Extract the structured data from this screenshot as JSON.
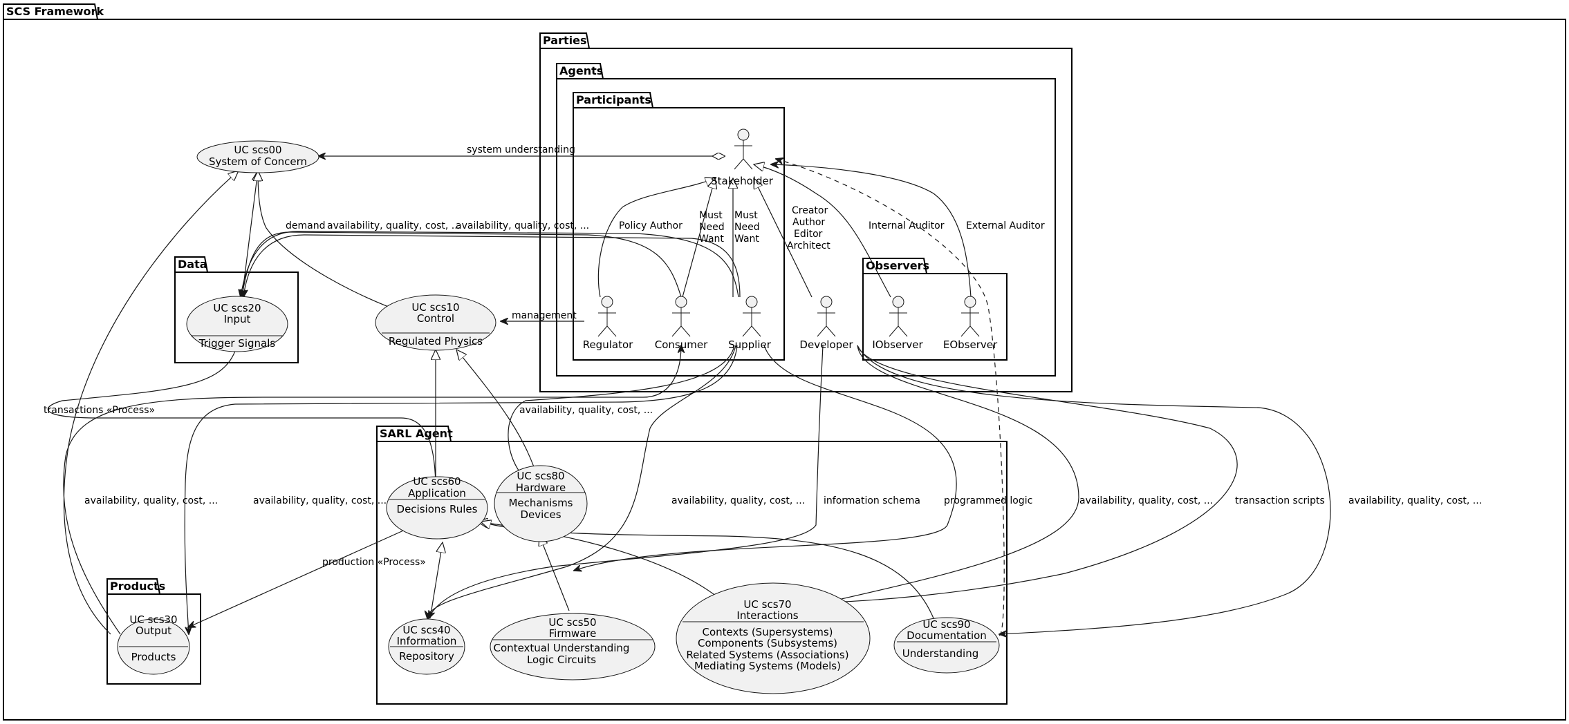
{
  "packages": {
    "framework": "SCS Framework",
    "parties": "Parties",
    "agents": "Agents",
    "participants": "Participants",
    "observers": "Observers",
    "data": "Data",
    "sarl": "SARL Agent",
    "products": "Products"
  },
  "usecases": {
    "scs00": {
      "l1": "UC scs00",
      "l2": "System of Concern"
    },
    "scs10": {
      "l1": "UC scs10",
      "l2": "Control",
      "d1": "Regulated Physics"
    },
    "scs20": {
      "l1": "UC scs20",
      "l2": "Input",
      "d1": "Trigger Signals"
    },
    "scs30": {
      "l1": "UC scs30",
      "l2": "Output",
      "d1": "Products"
    },
    "scs40": {
      "l1": "UC scs40",
      "l2": "Information",
      "d1": "Repository"
    },
    "scs50": {
      "l1": "UC scs50",
      "l2": "Firmware",
      "d1": "Contextual Understanding",
      "d2": "Logic Circuits"
    },
    "scs60": {
      "l1": "UC scs60",
      "l2": "Application",
      "d1": "Decisions Rules"
    },
    "scs70": {
      "l1": "UC scs70",
      "l2": "Interactions",
      "d1": "Contexts (Supersystems)",
      "d2": "Components (Subsystems)",
      "d3": "Related Systems (Associations)",
      "d4": "Mediating Systems (Models)"
    },
    "scs80": {
      "l1": "UC scs80",
      "l2": "Hardware",
      "d1": "Mechanisms",
      "d2": "Devices"
    },
    "scs90": {
      "l1": "UC scs90",
      "l2": "Documentation",
      "d1": "Understanding"
    }
  },
  "actors": {
    "stakeholder": "Stakeholder",
    "regulator": "Regulator",
    "consumer": "Consumer",
    "supplier": "Supplier",
    "developer": "Developer",
    "iobserver": "IObserver",
    "eobserver": "EObserver"
  },
  "labels": {
    "system_understanding": "system understanding",
    "policy_author": "Policy Author",
    "must": "Must",
    "need": "Need",
    "want": "Want",
    "creator": "Creator",
    "author": "Author",
    "editor": "Editor",
    "architect": "Architect",
    "internal_auditor": "Internal Auditor",
    "external_auditor": "External Auditor",
    "demand": "demand",
    "aqc": "availability, quality, cost, ...",
    "management": "management",
    "transactions": "transactions «Process»",
    "production": "production «Process»",
    "information_schema": "information schema",
    "programmed_logic": "programmed logic",
    "transaction_scripts": "transaction scripts"
  }
}
